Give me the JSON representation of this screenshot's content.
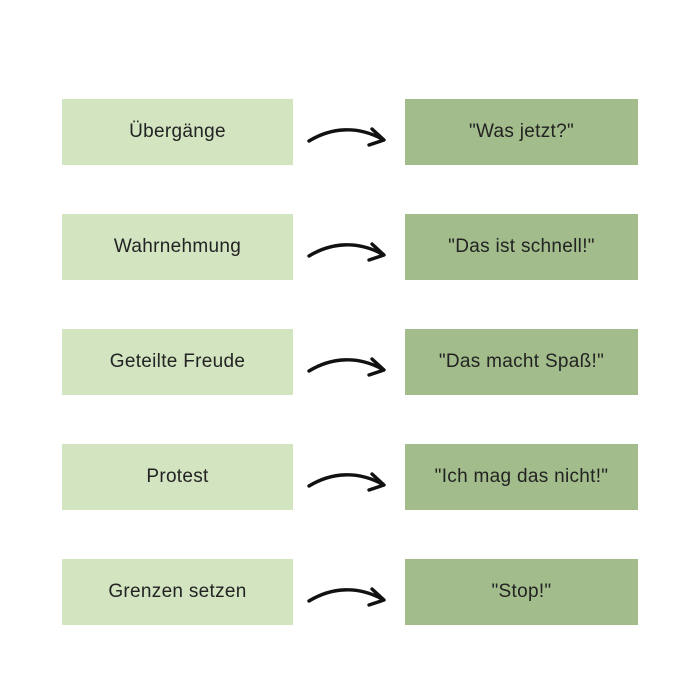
{
  "diagram": {
    "title": "communication-mapping-diagram",
    "colors": {
      "left_box": "#d3e4c1",
      "right_box": "#a2bc8b",
      "text": "#232323",
      "arrow": "#111111",
      "background": "#ffffff"
    },
    "rows": [
      {
        "left_label": "Übergänge",
        "right_label": "\"Was jetzt?\""
      },
      {
        "left_label": "Wahrnehmung",
        "right_label": "\"Das ist schnell!\""
      },
      {
        "left_label": "Geteilte Freude",
        "right_label": "\"Das macht Spaß!\""
      },
      {
        "left_label": "Protest",
        "right_label": "\"Ich mag das nicht!\""
      },
      {
        "left_label": "Grenzen setzen",
        "right_label": "\"Stop!\""
      }
    ]
  }
}
